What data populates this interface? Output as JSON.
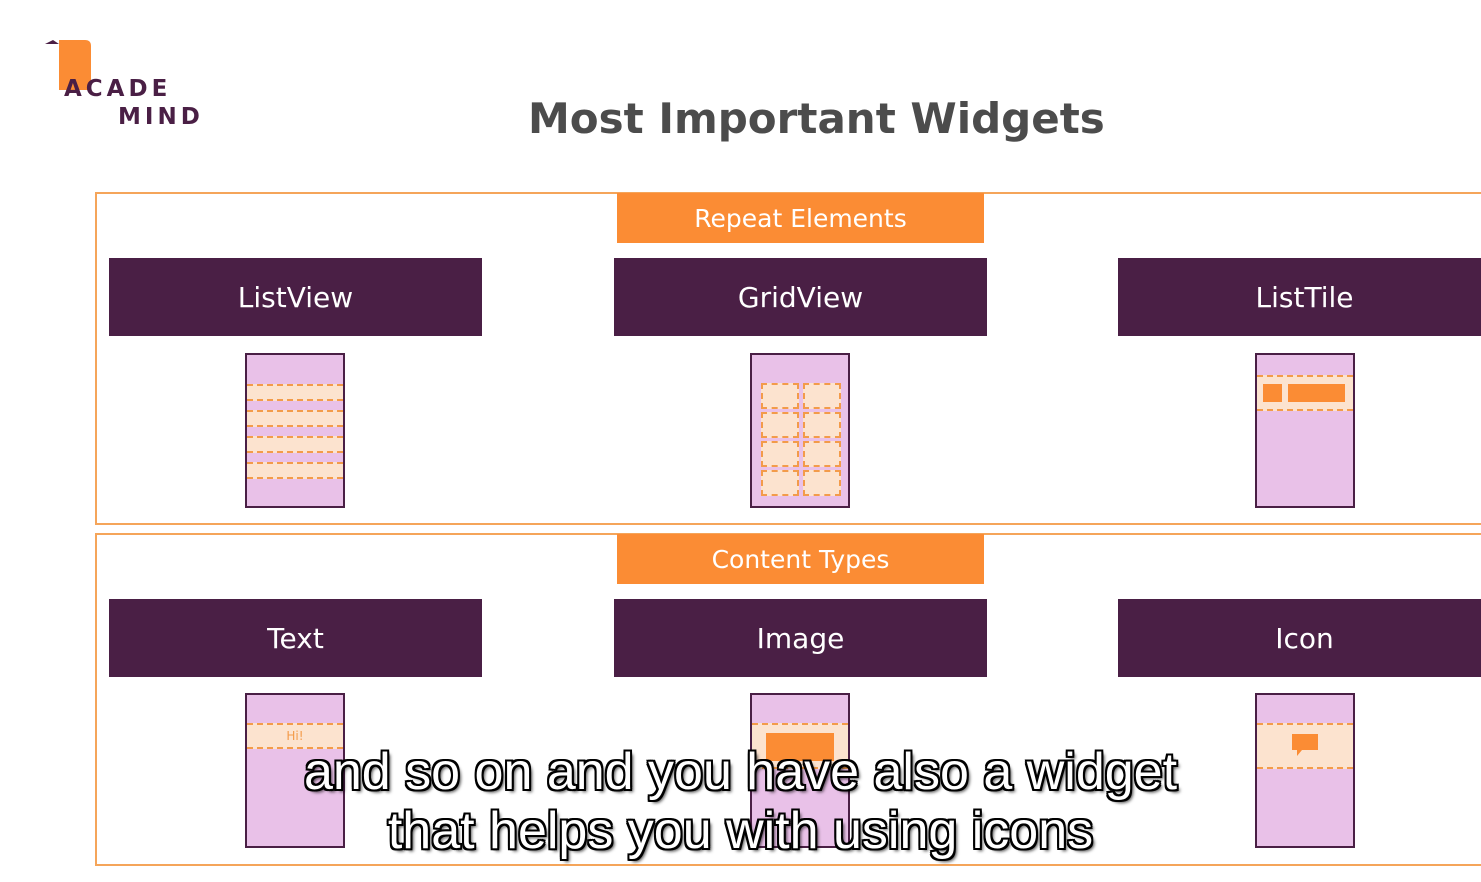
{
  "logo": {
    "line1": "ACADE",
    "line2": "MIND"
  },
  "title": "Most Important Widgets",
  "sections": [
    {
      "header": "Repeat Elements",
      "widgets": [
        {
          "label": "ListView"
        },
        {
          "label": "GridView"
        },
        {
          "label": "ListTile"
        }
      ]
    },
    {
      "header": "Content Types",
      "widgets": [
        {
          "label": "Text",
          "sample_text": "Hi!"
        },
        {
          "label": "Image"
        },
        {
          "label": "Icon"
        }
      ]
    }
  ],
  "subtitles": {
    "line1": "and so on and you have also a widget",
    "line2": "that helps you with using icons"
  },
  "colors": {
    "accent_orange": "#fb8c34",
    "brand_purple": "#4a1f45",
    "phone_pink": "#e9c1e8",
    "dashed_orange": "#f39b4a"
  }
}
